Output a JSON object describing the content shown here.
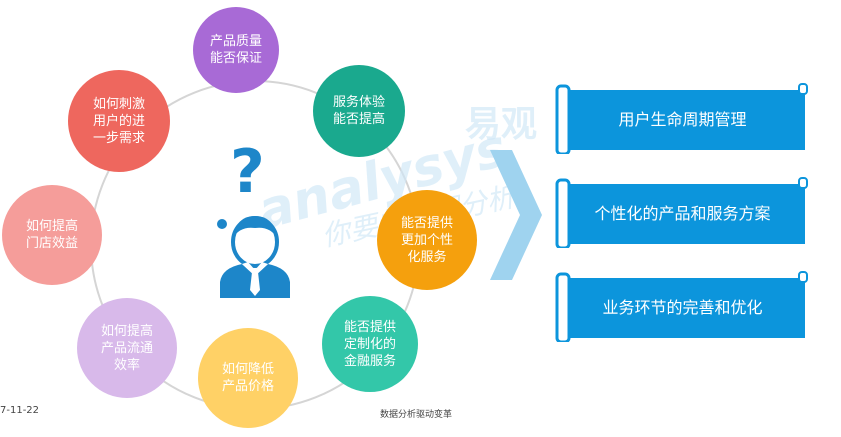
{
  "bubbles": [
    {
      "text": "产品质量\n能否保证",
      "color": "#a86ad6"
    },
    {
      "text": "服务体验\n能否提高",
      "color": "#1aa98e"
    },
    {
      "text": "能否提供\n更加个性\n化服务",
      "color": "#f5a00d"
    },
    {
      "text": "能否提供\n定制化的\n金融服务",
      "color": "#33c7a9"
    },
    {
      "text": "如何降低\n产品价格",
      "color": "#ffd166"
    },
    {
      "text": "如何提高\n产品流通\n效率",
      "color": "#d8b9ea"
    },
    {
      "text": "如何提高\n门店效益",
      "color": "#f59d9a"
    },
    {
      "text": "如何刺激\n用户的进\n一步需求",
      "color": "#ee675e"
    }
  ],
  "banners": [
    {
      "label": "用户生命周期管理"
    },
    {
      "label": "个性化的产品和服务方案"
    },
    {
      "label": "业务环节的完善和优化"
    }
  ],
  "watermark": {
    "brand": "易观",
    "logo": "analysys",
    "slogan": "你要的数据分析"
  },
  "footer": {
    "date": "7-11-22",
    "caption": "数据分析驱动变革"
  },
  "colors": {
    "accent_blue": "#0c95dc",
    "person_blue": "#1d86c9",
    "chevron": "#9fd3ef"
  },
  "icons": {
    "person": "business-person-icon",
    "question": "question-mark-icon",
    "arrow": "chevron-right-icon"
  }
}
